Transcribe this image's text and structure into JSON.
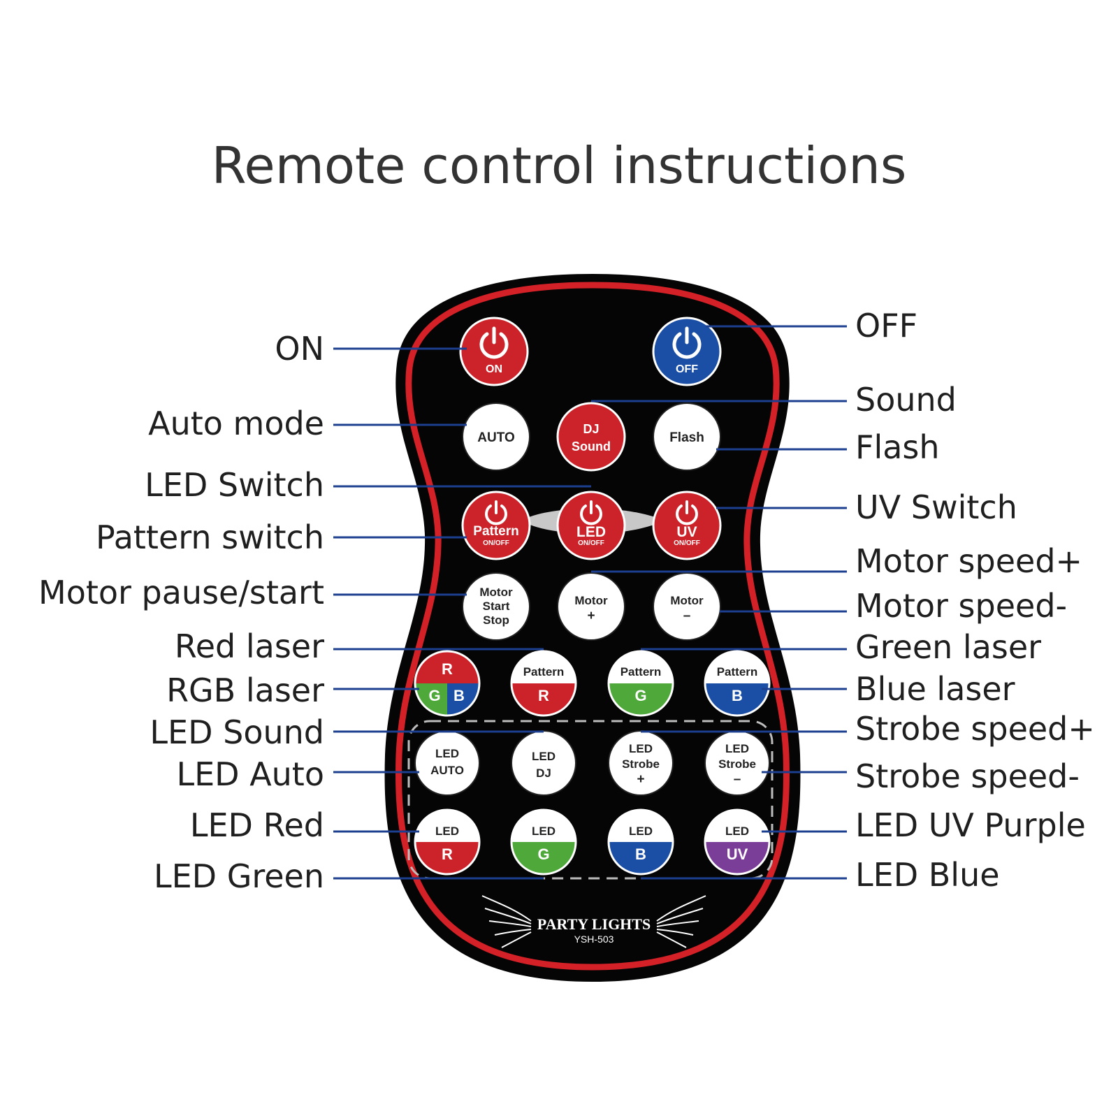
{
  "title": "Remote control instructions",
  "colors": {
    "body": "#050505",
    "rim": "#d42127",
    "red": "#cc2229",
    "blue": "#1b4fa6",
    "green": "#4fa83a",
    "purple": "#7a3d98",
    "white": "#ffffff",
    "leader": "#1d3f8f"
  },
  "labels": {
    "on": "ON",
    "off": "OFF",
    "auto_mode": "Auto mode",
    "sound": "Sound",
    "flash": "Flash",
    "led_switch": "LED Switch",
    "uv_switch": "UV Switch",
    "pattern_switch": "Pattern switch",
    "motor_speed_plus": "Motor speed+",
    "motor_pause_start": "Motor pause/start",
    "motor_speed_minus": "Motor speed-",
    "red_laser": "Red laser",
    "green_laser": "Green laser",
    "rgb_laser": "RGB laser",
    "blue_laser": "Blue laser",
    "led_sound": "LED Sound",
    "strobe_speed_plus": "Strobe speed+",
    "led_auto": "LED Auto",
    "strobe_speed_minus": "Strobe speed-",
    "led_red": "LED Red",
    "led_uv_purple": "LED UV Purple",
    "led_green": "LED Green",
    "led_blue": "LED Blue"
  },
  "buttons": {
    "on": "ON",
    "off": "OFF",
    "auto": "AUTO",
    "dj_1": "DJ",
    "dj_2": "Sound",
    "flash": "Flash",
    "pattern": "Pattern",
    "led": "LED",
    "uv": "UV",
    "onoff": "ON/OFF",
    "motor": "Motor",
    "start": "Start",
    "stop": "Stop",
    "plus": "+",
    "minus": "–",
    "r": "R",
    "g": "G",
    "b": "B",
    "auto_led": "AUTO",
    "dj": "DJ",
    "strobe": "Strobe"
  },
  "brand": {
    "name": "PARTY LIGHTS",
    "model": "YSH-503"
  }
}
